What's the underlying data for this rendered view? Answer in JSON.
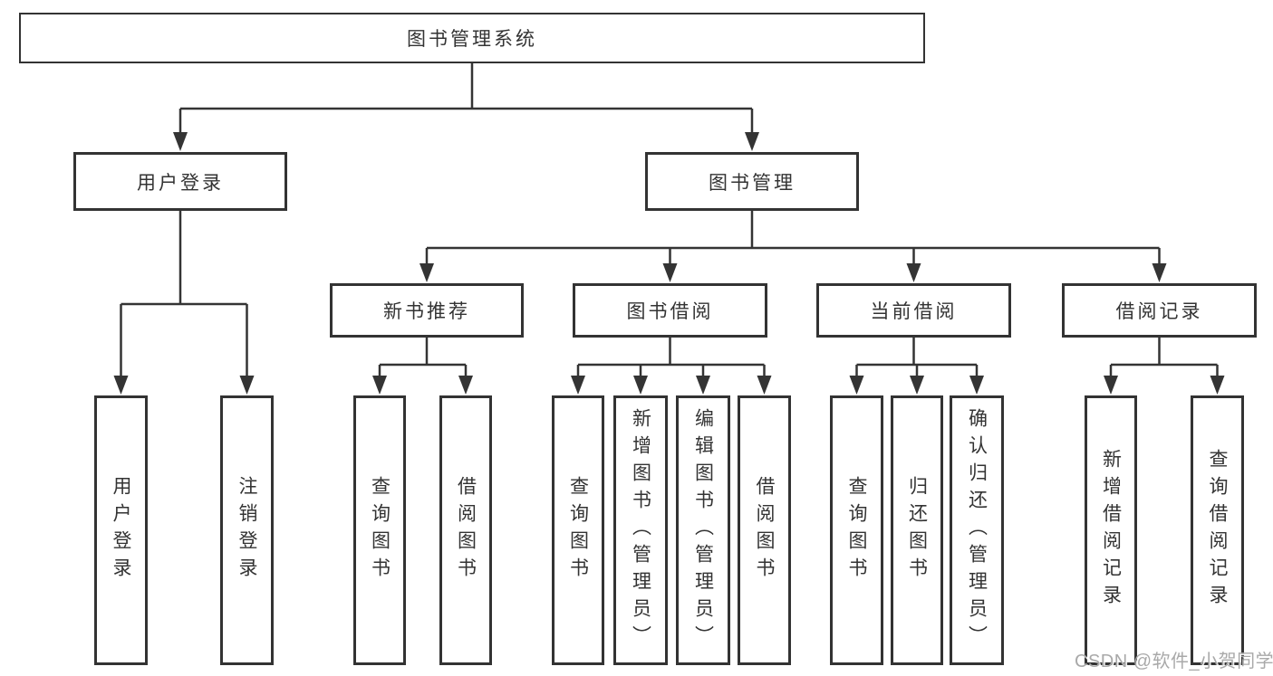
{
  "title_box": "图书管理系统",
  "branches": [
    {
      "label": "用户登录",
      "leaves": [
        "用户登录",
        "注销登录"
      ]
    },
    {
      "label": "图书管理",
      "groups": [
        {
          "label": "新书推荐",
          "leaves": [
            "查询图书",
            "借阅图书"
          ]
        },
        {
          "label": "图书借阅",
          "leaves": [
            "查询图书",
            "新增图书（管理员）",
            "编辑图书（管理员）",
            "借阅图书"
          ]
        },
        {
          "label": "当前借阅",
          "leaves": [
            "查询图书",
            "归还图书",
            "确认归还（管理员）"
          ]
        },
        {
          "label": "借阅记录",
          "leaves": [
            "新增借阅记录",
            "查询借阅记录"
          ]
        }
      ]
    }
  ],
  "watermark": "CSDN @软件_小贺同学",
  "colors": {
    "line": "#343434",
    "border": "#333333",
    "text": "#333333",
    "watermark": "#a9a9a9",
    "background": "#ffffff"
  }
}
